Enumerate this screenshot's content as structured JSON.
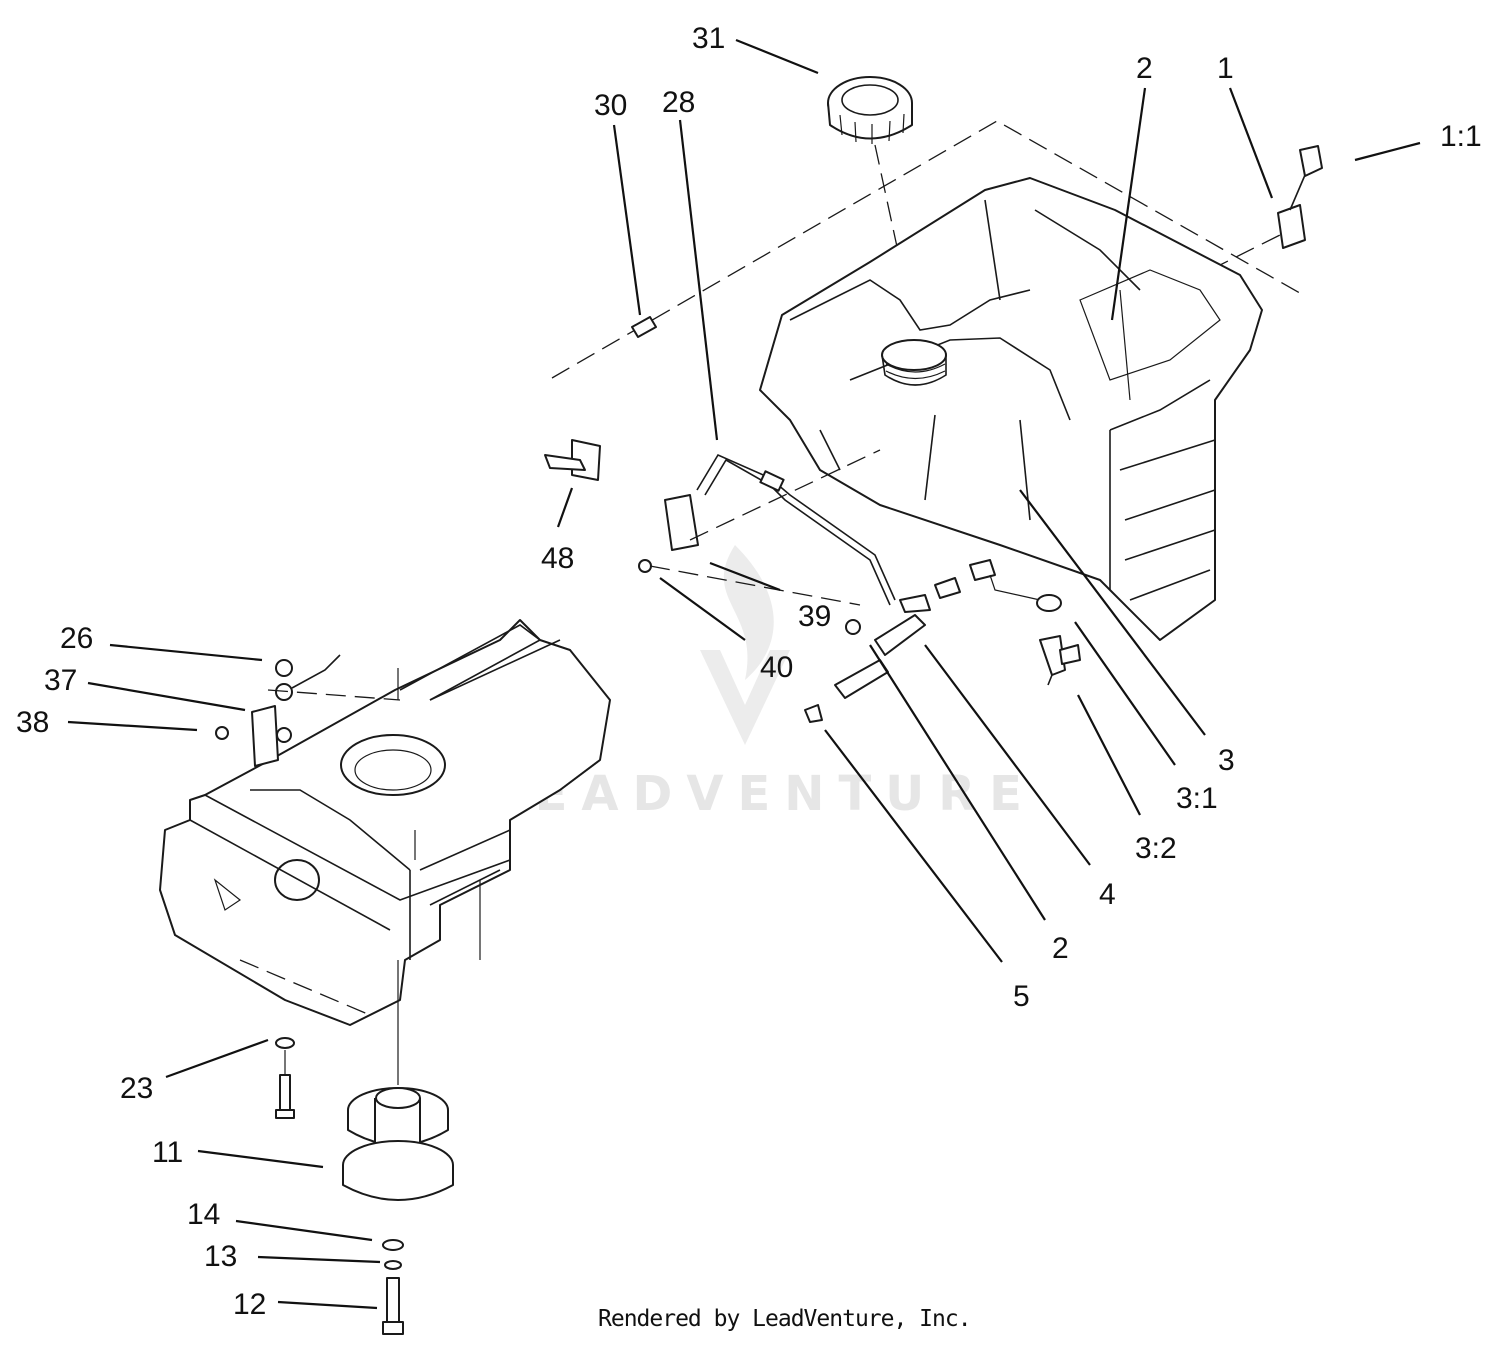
{
  "watermark": {
    "text": "LEADVENTURE"
  },
  "footer": {
    "text": "Rendered by LeadVenture, Inc."
  },
  "callouts": {
    "c31": "31",
    "c30": "30",
    "c28": "28",
    "c2_top": "2",
    "c1": "1",
    "c1_1": "1:1",
    "c48": "48",
    "c39": "39",
    "c40": "40",
    "c26": "26",
    "c37": "37",
    "c38": "38",
    "c3": "3",
    "c3_1": "3:1",
    "c3_2": "3:2",
    "c4": "4",
    "c2_bottom": "2",
    "c5": "5",
    "c23": "23",
    "c11": "11",
    "c14": "14",
    "c13": "13",
    "c12": "12"
  }
}
